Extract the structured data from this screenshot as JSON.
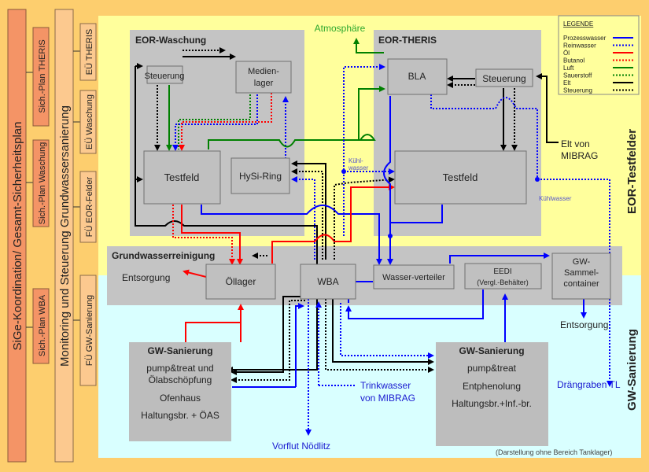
{
  "left_panel": {
    "main_bar_1": "SiGe-Koordination/ Gesamt-Sicherheitsplan",
    "sub_bars_1": [
      "Sich.-Plan THERIS",
      "Sich.-Plan Waschung",
      "Sich.-Plan WBA"
    ],
    "main_bar_2": "Monitoring und Steuerung Grundwassersanierung",
    "sub_bars_2": [
      "EÜ THERIS",
      "EÜ Waschung",
      "FÜ EOR-Felder",
      "FÜ GW-Sanierung"
    ]
  },
  "zones": {
    "eor_testfelder": "EOR-Testfelder",
    "gw_sanierung": "GW-Sanierung",
    "zone_colors": {
      "eor": "#ffff9c",
      "gw": "#d9ffff"
    }
  },
  "eor_waschung": {
    "title": "EOR-Waschung",
    "steuerung": "Steuerung",
    "medienlager": [
      "Medien-",
      "lager"
    ],
    "testfeld": "Testfeld",
    "hysi_ring": "HySi-Ring"
  },
  "eor_theris": {
    "title": "EOR-THERIS",
    "bla": "BLA",
    "steuerung": "Steuerung",
    "testfeld": "Testfeld"
  },
  "grundwasserreinigung": {
    "title": "Grundwasserreinigung",
    "entsorgung": "Entsorgung",
    "oellager": "Öllager",
    "wba": "WBA",
    "wasserverteiler": "Wasser-verteiler",
    "eedi": [
      "EEDI",
      "(Vergl.-Behälter)"
    ],
    "gw_sammel": [
      "GW-",
      "Sammel-",
      "container"
    ]
  },
  "gw_sanierung_left": {
    "title": "GW-Sanierung",
    "lines": [
      "pump&treat und",
      "Ölabschöpfung",
      "Ofenhaus",
      "Haltungsbr. + ÖAS"
    ]
  },
  "gw_sanierung_right": {
    "title": "GW-Sanierung",
    "lines": [
      "pump&treat",
      "Entphenolung",
      "Haltungsbr.+Inf.-br."
    ]
  },
  "labels": {
    "atmosphaere": "Atmosphäre",
    "elt_von_mibrag": [
      "Elt von",
      "MIBRAG"
    ],
    "kuehlwasser_small": [
      "Kühl-",
      "wasser"
    ],
    "kuehlwasser_right": "Kühlwasser",
    "entsorgung_right": "Entsorgung",
    "draengraben": "Drängraben TL",
    "trinkwasser": [
      "Trinkwasser",
      "von MIBRAG"
    ],
    "vorflut": "Vorflut Nödlitz",
    "footnote": "(Darstellung ohne Bereich Tanklager)"
  },
  "legend": {
    "title": "LEGENDE",
    "items": [
      {
        "label": "Prozesswasser",
        "color": "#0000ff",
        "style": "solid"
      },
      {
        "label": "Reinwasser",
        "color": "#0000ff",
        "style": "dotted"
      },
      {
        "label": "Öl",
        "color": "#ff0000",
        "style": "solid"
      },
      {
        "label": "Butanol",
        "color": "#ff0000",
        "style": "dotted"
      },
      {
        "label": "Luft",
        "color": "#008000",
        "style": "solid"
      },
      {
        "label": "Sauerstoff",
        "color": "#008000",
        "style": "dotted"
      },
      {
        "label": "Elt",
        "color": "#000000",
        "style": "solid"
      },
      {
        "label": "Steuerung",
        "color": "#000000",
        "style": "dotted"
      }
    ]
  }
}
